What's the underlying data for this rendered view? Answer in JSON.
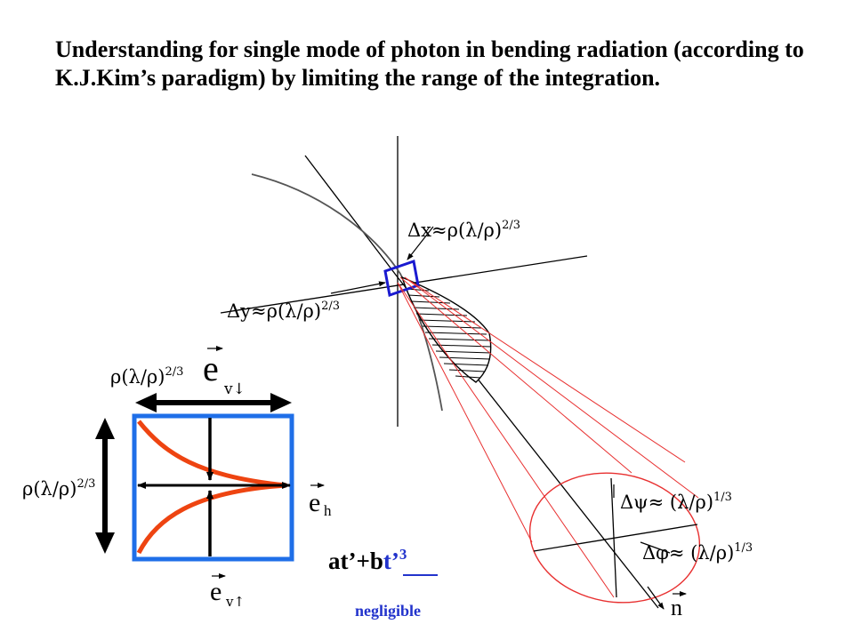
{
  "title": "Understanding for single mode of photon in bending radiation (according to K.J.Kim’s paradigm) by limiting the range of the integration.",
  "labels": {
    "dx_label": "Δx≈ρ(λ/ρ)",
    "dx_exp": "2/3",
    "dy_label": "Δy≈ρ(λ/ρ)",
    "dy_exp": "2/3",
    "width_label": "ρ(λ/ρ)",
    "width_exp": "2/3",
    "height_label": "ρ(λ/ρ)",
    "height_exp": "2/3",
    "ev_down_e": "e",
    "ev_down_sub": "v↓",
    "eh_e": "e",
    "eh_sub": "h",
    "ev_up_e": "e",
    "ev_up_sub": "v↑",
    "dpsi_label": "Δψ≈ (λ/ρ)",
    "dpsi_exp": "1/3",
    "dphi_label": "Δφ≈ (λ/ρ)",
    "dphi_exp": "1/3",
    "n_label": "n",
    "phase_main": "at’+b",
    "phase_neg": "t’",
    "phase_neg_exp": "3",
    "negligible": "negligible"
  },
  "colors": {
    "box_blue": "#1f6fe8",
    "small_box_blue": "#1a1ad0",
    "curve_red": "#ee4411",
    "ray_red": "#e83030",
    "negligible_blue": "#2233cc"
  }
}
